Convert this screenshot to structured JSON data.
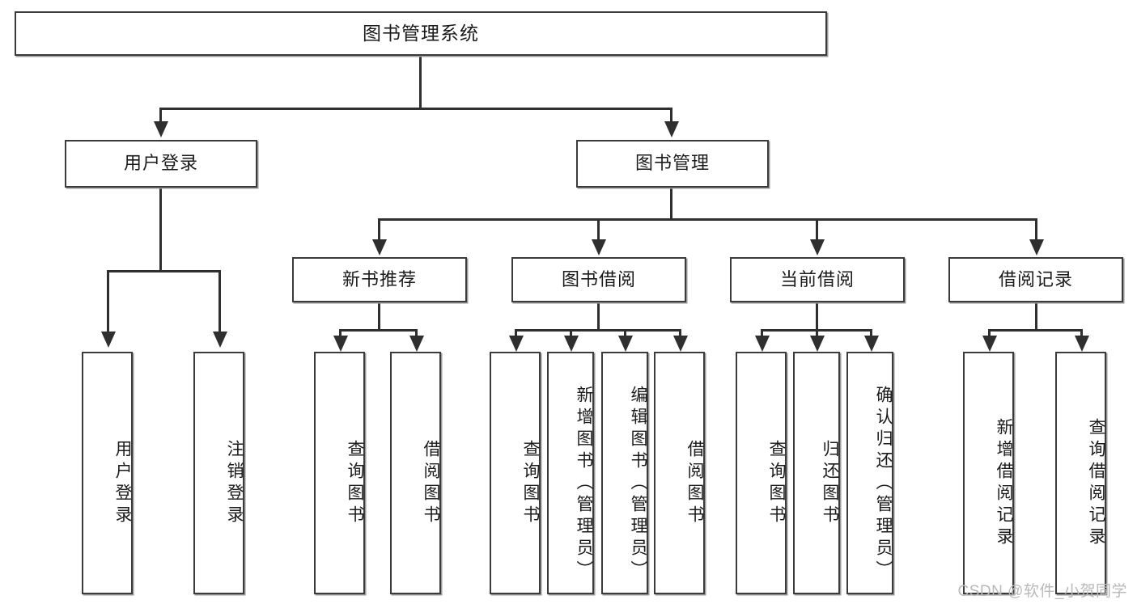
{
  "diagram": {
    "title": "图书管理系统",
    "watermark": "CSDN @软件_小贺同学",
    "accent_color": "#3b3b3b",
    "line_color": "#2f2f2f",
    "background": "#ffffff"
  },
  "root": {
    "label": "图书管理系统"
  },
  "level1": [
    {
      "label": "用户登录"
    },
    {
      "label": "图书管理"
    }
  ],
  "level2": [
    {
      "label": "新书推荐"
    },
    {
      "label": "图书借阅"
    },
    {
      "label": "当前借阅"
    },
    {
      "label": "借阅记录"
    }
  ],
  "leaves": {
    "user_login": [
      {
        "label": "用户登录"
      },
      {
        "label": "注销登录"
      }
    ],
    "new_book": [
      {
        "label": "查询图书"
      },
      {
        "label": "借阅图书"
      }
    ],
    "book_borrow": [
      {
        "label": "查询图书"
      },
      {
        "label": "新增图书（管理员）"
      },
      {
        "label": "编辑图书（管理员）"
      },
      {
        "label": "借阅图书"
      }
    ],
    "current_borrow": [
      {
        "label": "查询图书"
      },
      {
        "label": "归还图书"
      },
      {
        "label": "确认归还（管理员）"
      }
    ],
    "borrow_record": [
      {
        "label": "新增借阅记录"
      },
      {
        "label": "查询借阅记录"
      }
    ]
  },
  "chart_data": {
    "type": "table",
    "title": "图书管理系统 功能结构图",
    "tree": {
      "name": "图书管理系统",
      "children": [
        {
          "name": "用户登录",
          "children": [
            {
              "name": "用户登录"
            },
            {
              "name": "注销登录"
            }
          ]
        },
        {
          "name": "图书管理",
          "children": [
            {
              "name": "新书推荐",
              "children": [
                {
                  "name": "查询图书"
                },
                {
                  "name": "借阅图书"
                }
              ]
            },
            {
              "name": "图书借阅",
              "children": [
                {
                  "name": "查询图书"
                },
                {
                  "name": "新增图书（管理员）"
                },
                {
                  "name": "编辑图书（管理员）"
                },
                {
                  "name": "借阅图书"
                }
              ]
            },
            {
              "name": "当前借阅",
              "children": [
                {
                  "name": "查询图书"
                },
                {
                  "name": "归还图书"
                },
                {
                  "name": "确认归还（管理员）"
                }
              ]
            },
            {
              "name": "借阅记录",
              "children": [
                {
                  "name": "新增借阅记录"
                },
                {
                  "name": "查询借阅记录"
                }
              ]
            }
          ]
        }
      ]
    }
  }
}
